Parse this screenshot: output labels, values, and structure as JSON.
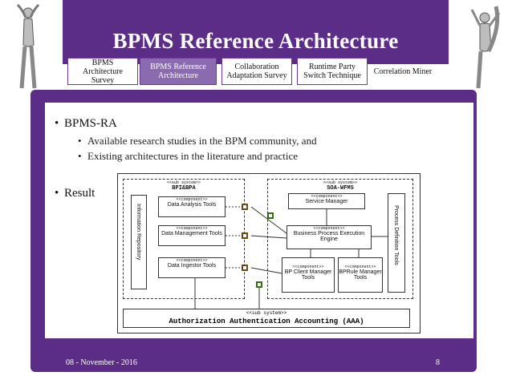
{
  "header": {
    "title": "BPMS Reference Architecture"
  },
  "tabs": [
    {
      "label": "BPMS Architecture Survey",
      "active": false
    },
    {
      "label": "BPMS Reference Architecture",
      "active": true
    },
    {
      "label": "Collaboration Adaptation Survey",
      "active": false
    },
    {
      "label": "Runtime Party Switch Technique",
      "active": false
    },
    {
      "label": "Correlation Miner",
      "active": false
    }
  ],
  "content": {
    "bullet1": "BPMS-RA",
    "sub1": "Available research studies in the BPM community, and",
    "sub2": "Existing architectures in the literature and practice",
    "bullet2": "Result"
  },
  "diagram": {
    "left_subsystem": {
      "stereotype": "<<sub system>>",
      "name": "BPI&BPA"
    },
    "right_subsystem": {
      "stereotype": "<<sub system>>",
      "name": "SOA-WFMS"
    },
    "info_repo": "Information Repository",
    "components": [
      {
        "stereotype": "<<component>>",
        "name": "Data Analysis Tools"
      },
      {
        "stereotype": "<<component>>",
        "name": "Data Management Tools"
      },
      {
        "stereotype": "<<component>>",
        "name": "Data Ingestor Tools"
      },
      {
        "stereotype": "<<component>>",
        "name": "Service Manager"
      },
      {
        "stereotype": "<<component>>",
        "name": "Business Process Execution Engine"
      },
      {
        "stereotype": "<<component>>",
        "name": "BP Client Manager Tools"
      },
      {
        "stereotype": "<<component>>",
        "name": "BPRule Manager Tools"
      }
    ],
    "process_definition": "Process Definition Tools",
    "aaa": {
      "stereotype": "<<sub system>>",
      "name": "Authorization Authentication Accounting (AAA)"
    }
  },
  "footer": {
    "date": "08 - November - 2016",
    "page": "8"
  },
  "colors": {
    "brand_purple": "#5b2d86",
    "active_tab": "#8b6bb0"
  }
}
